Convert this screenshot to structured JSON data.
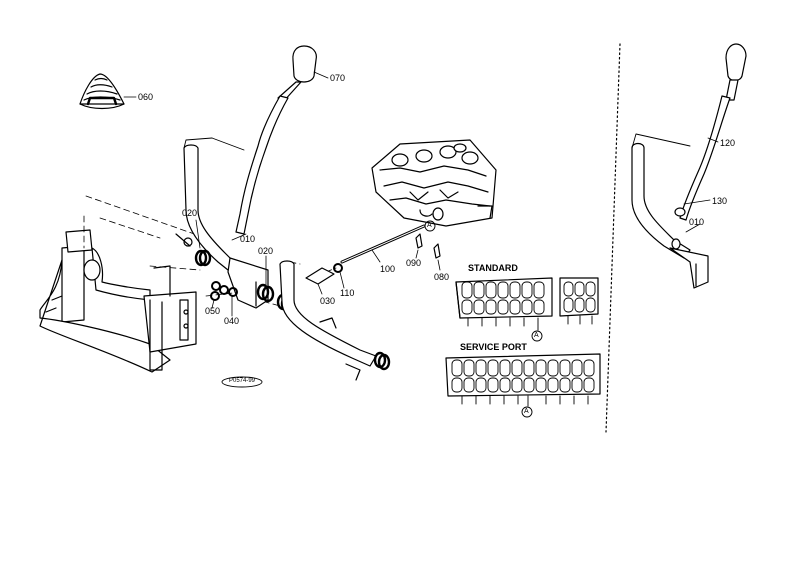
{
  "headings": {
    "standard": "STANDARD",
    "service_port": "SERVICE PORT"
  },
  "stamp": "P0574-99",
  "callouts": {
    "a": "A",
    "b": "A",
    "c": "A"
  },
  "labels": {
    "p060": "060",
    "p070": "070",
    "p020a": "020",
    "p010a": "010",
    "p020b": "020",
    "p050": "050",
    "p040": "040",
    "p030": "030",
    "p110": "110",
    "p100": "100",
    "p090": "090",
    "p080": "080",
    "p120": "120",
    "p130": "130",
    "p010b": "010"
  }
}
